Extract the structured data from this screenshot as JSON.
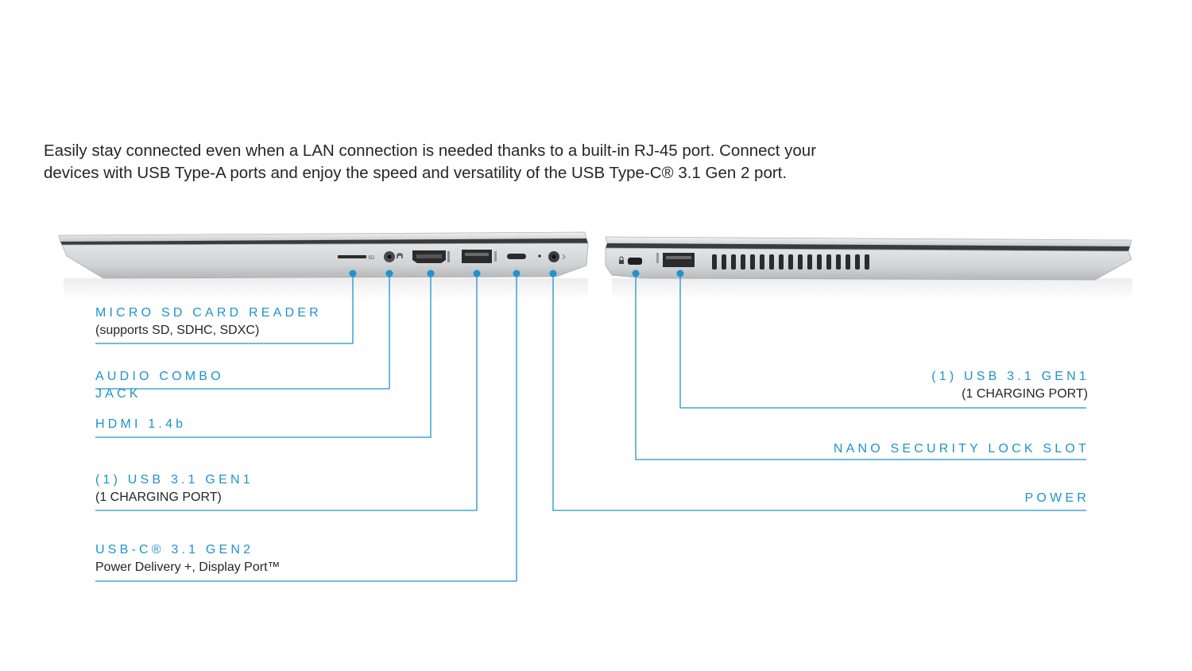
{
  "intro": {
    "line1": "Easily stay connected even when a LAN connection is needed thanks to a built-in RJ-45 port. Connect your",
    "line2": "devices with USB Type-A ports and enjoy the speed and versatility of the USB Type-C® 3.1 Gen 2 port."
  },
  "left_side": {
    "micro_sd": {
      "title": "MICRO SD CARD READER",
      "detail": "(supports SD, SDHC, SDXC)"
    },
    "audio": {
      "title_line1": "AUDIO COMBO",
      "title_line2": "JACK"
    },
    "hdmi": {
      "title": "HDMI 1.4b"
    },
    "usb_a": {
      "title": "(1) USB 3.1 GEN1",
      "detail": "(1 CHARGING PORT)"
    },
    "usb_c": {
      "title": "USB-C® 3.1 GEN2",
      "detail": "Power Delivery +, Display Port™"
    }
  },
  "right_side": {
    "usb_a": {
      "title": "(1) USB 3.1 GEN1",
      "detail": "(1 CHARGING PORT)"
    },
    "lock": {
      "title": "NANO SECURITY LOCK SLOT"
    },
    "power": {
      "title": "POWER"
    }
  },
  "port_markings": {
    "sd": "SD"
  },
  "colors": {
    "accent": "#1f93cd",
    "text": "#262626",
    "chassis": "#d7d8da"
  }
}
